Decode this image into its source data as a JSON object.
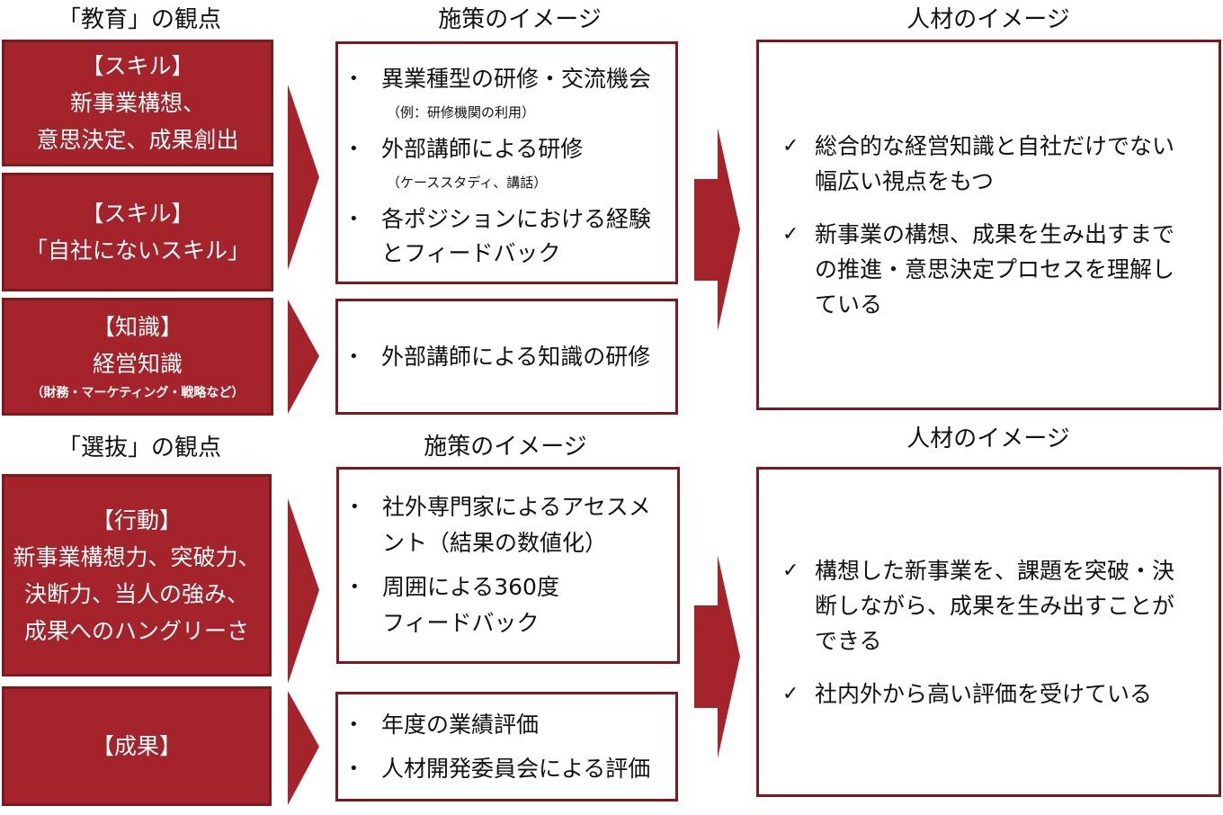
{
  "icons": {
    "bullet": "•",
    "check": "✓",
    "chevron": "chevron-right",
    "arrow": "block-arrow-right"
  },
  "colors": {
    "box_fill": "#A5232A",
    "box_border": "#7E1A1E",
    "arrow": "#A5232A",
    "text_dark": "#111111",
    "text_light": "#FFFFFF"
  },
  "education": {
    "headers": {
      "perspective": "「教育」の観点",
      "policy": "施策のイメージ",
      "talent": "人材のイメージ"
    },
    "perspectives": [
      {
        "lines": [
          "【スキル】",
          "新事業構想、",
          "意思決定、成果創出"
        ]
      },
      {
        "lines": [
          "【スキル】",
          "「自社にないスキル」"
        ]
      },
      {
        "lines": [
          "【知識】",
          "経営知識"
        ],
        "note": "（財務・マーケティング・戦略など）"
      }
    ],
    "policies": [
      {
        "items": [
          {
            "lines": [
              "異業種型の研修・交流機会"
            ],
            "note": "（例：研修機関の利用）"
          },
          {
            "lines": [
              "外部講師による研修"
            ],
            "note": "（ケーススタディ、講話）"
          },
          {
            "lines": [
              "各ポジションにおける経験",
              "とフィードバック"
            ]
          }
        ]
      },
      {
        "items": [
          {
            "lines": [
              "外部講師による知識の研修"
            ]
          }
        ]
      }
    ],
    "talent": [
      {
        "lines": [
          "総合的な経営知識と自社だけでない",
          "幅広い視点をもつ"
        ]
      },
      {
        "lines": [
          "新事業の構想、成果を生み出すまで",
          "の推進・意思決定プロセスを理解し",
          "ている"
        ]
      }
    ]
  },
  "selection": {
    "headers": {
      "perspective": "「選抜」の観点",
      "policy": "施策のイメージ",
      "talent": "人材のイメージ"
    },
    "perspectives": [
      {
        "lines": [
          "【行動】",
          "新事業構想力、突破力、",
          "決断力、当人の強み、",
          "成果へのハングリーさ"
        ]
      },
      {
        "lines": [
          "【成果】"
        ]
      }
    ],
    "policies": [
      {
        "items": [
          {
            "lines": [
              "社外専門家によるアセスメ",
              "ント（結果の数値化）"
            ]
          },
          {
            "lines": [
              "周囲による360度",
              "フィードバック"
            ]
          }
        ]
      },
      {
        "items": [
          {
            "lines": [
              "年度の業績評価"
            ]
          },
          {
            "lines": [
              "人材開発委員会による評価"
            ]
          }
        ]
      }
    ],
    "talent": [
      {
        "lines": [
          "構想した新事業を、課題を突破・決",
          "断しながら、成果を生み出すことが",
          "できる"
        ]
      },
      {
        "lines": [
          "社内外から高い評価を受けている"
        ]
      }
    ]
  }
}
